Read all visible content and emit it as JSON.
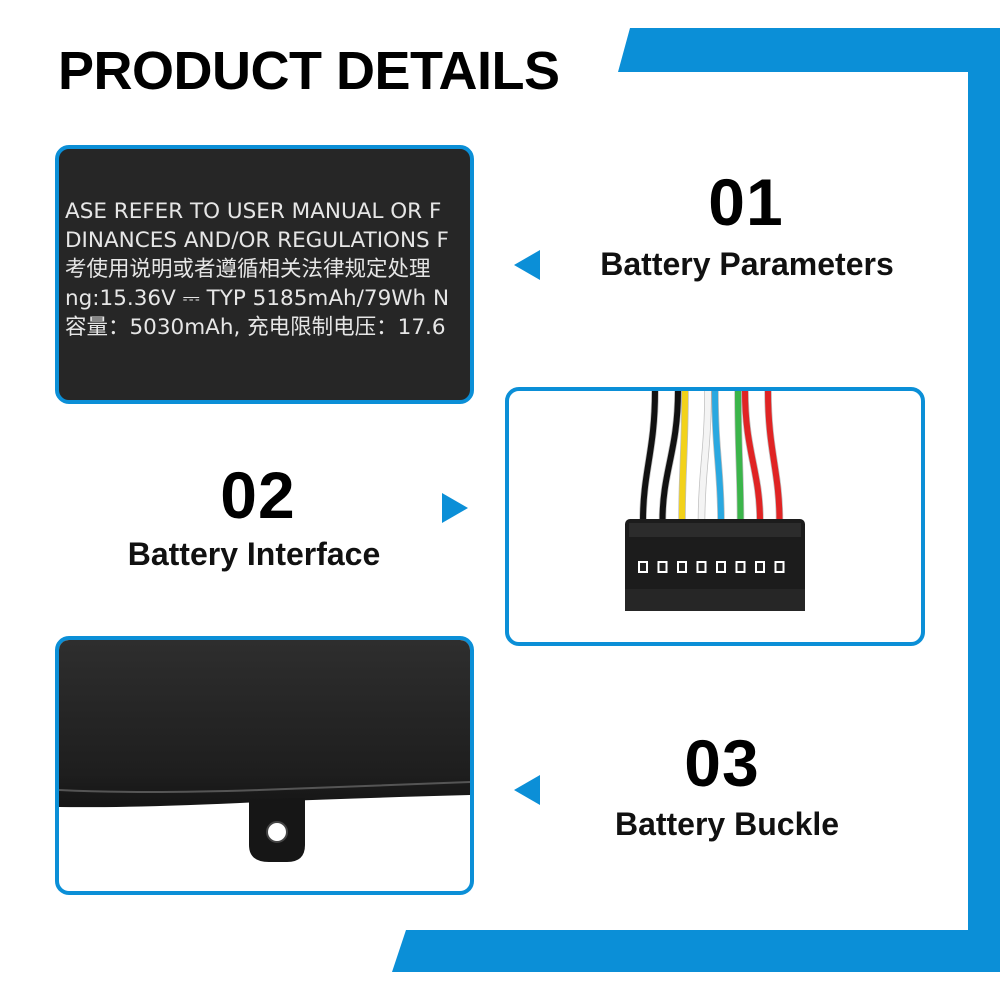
{
  "header": {
    "title": "PRODUCT DETAILS"
  },
  "colors": {
    "accent": "#0b8fd7",
    "battery_body": "#262626",
    "text": "#000000"
  },
  "features": [
    {
      "number": "01",
      "caption": "Battery Parameters"
    },
    {
      "number": "02",
      "caption": "Battery Interface"
    },
    {
      "number": "03",
      "caption": "Battery Buckle"
    }
  ],
  "label_text": [
    "ASE REFER TO USER MANUAL OR F",
    "DINANCES AND/OR REGULATIONS F",
    "考使用说明或者遵循相关法律规定处理",
    "ng:15.36V ⎓ TYP 5185mAh/79Wh   N",
    "容量：5030mAh, 充电限制电压：17.6"
  ],
  "connector_wire_colors": [
    "#111111",
    "#111111",
    "#f2d21a",
    "#f4f4f4",
    "#2aa8e0",
    "#3bb54a",
    "#e02424",
    "#e02424"
  ]
}
